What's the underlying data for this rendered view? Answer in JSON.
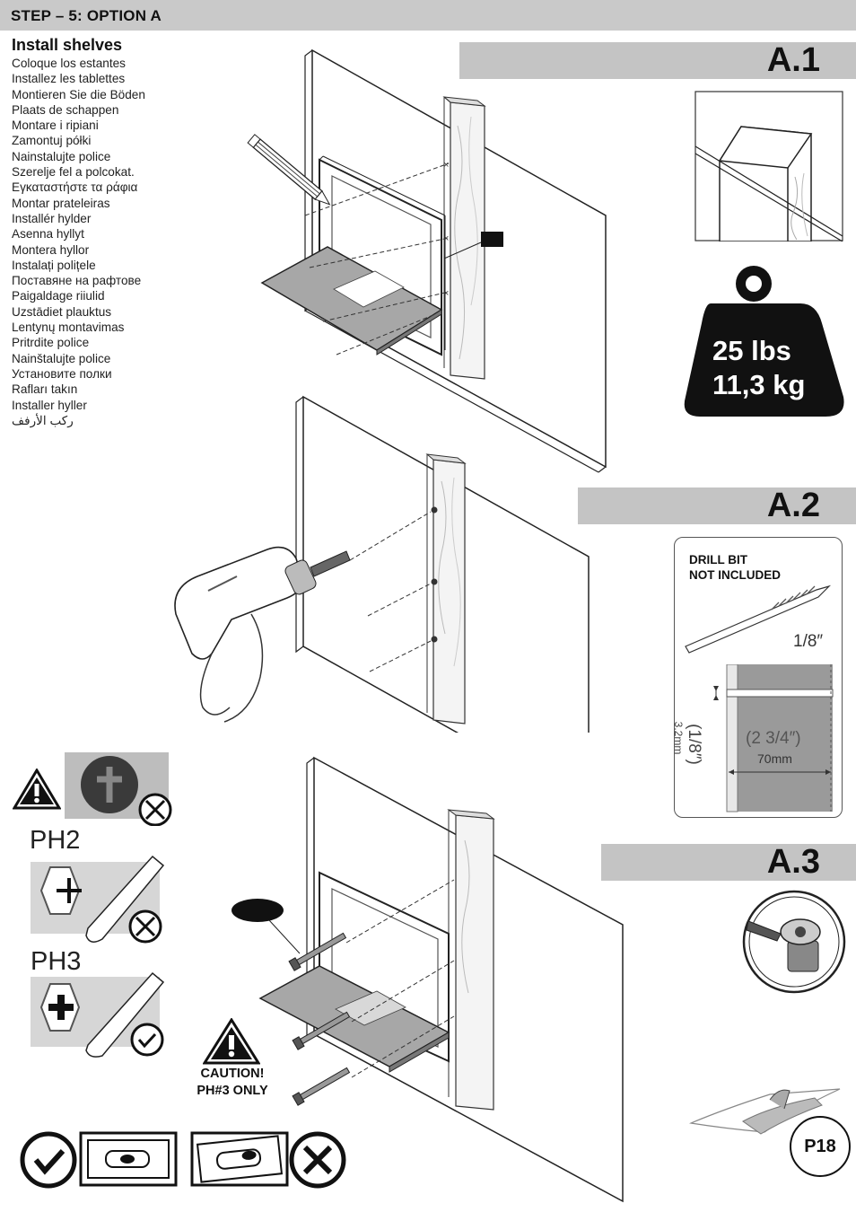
{
  "header": {
    "step_title": "STEP – 5: OPTION A"
  },
  "instructions": {
    "title": "Install shelves",
    "translations": [
      "Coloque los estantes",
      "Installez les tablettes",
      "Montieren Sie die Böden",
      "Plaats de schappen",
      "Montare i ripiani",
      "Zamontuj półki",
      "Nainstalujte police",
      "Szerelje fel a polcokat.",
      "Εγκαταστήστε τα ράφια",
      "Montar prateleiras",
      "Installér hylder",
      "Asenna hyllyt",
      "Montera hyllor",
      "Instalați polițele",
      "Поставяне на рафтове",
      "Paigaldage riiulid",
      "Uzstādiet plauktus",
      "Lentynų montavimas",
      "Pritrdite police",
      "Nainštalujte police",
      "Установите полки",
      "Rafları takın",
      "Installer hyller",
      "ركب الأرفف"
    ]
  },
  "sections": {
    "a1": {
      "label": "A.1"
    },
    "a2": {
      "label": "A.2"
    },
    "a3": {
      "label": "A.3"
    }
  },
  "weight": {
    "lbs": "25 lbs",
    "kg": "11,3 kg"
  },
  "drill": {
    "note_line1": "DRILL BIT",
    "note_line2": "NOT INCLUDED",
    "bit_size": "1/8″",
    "hole_diameter": "(1/8″)",
    "hole_diameter_mm": "3.2mm",
    "hole_depth": "(2 3/4″)",
    "hole_depth_mm": "70mm"
  },
  "screwdriver": {
    "ph2_label": "PH2",
    "ph3_label": "PH3"
  },
  "caution": {
    "line1": "CAUTION!",
    "line2": "PH#3 ONLY"
  },
  "page": {
    "number": "P18"
  },
  "colors": {
    "header_bar": "#c9c9c9",
    "section_bar": "#c4c4c4",
    "weight_fill": "#111111",
    "panel_gray": "#9a9a9a"
  }
}
